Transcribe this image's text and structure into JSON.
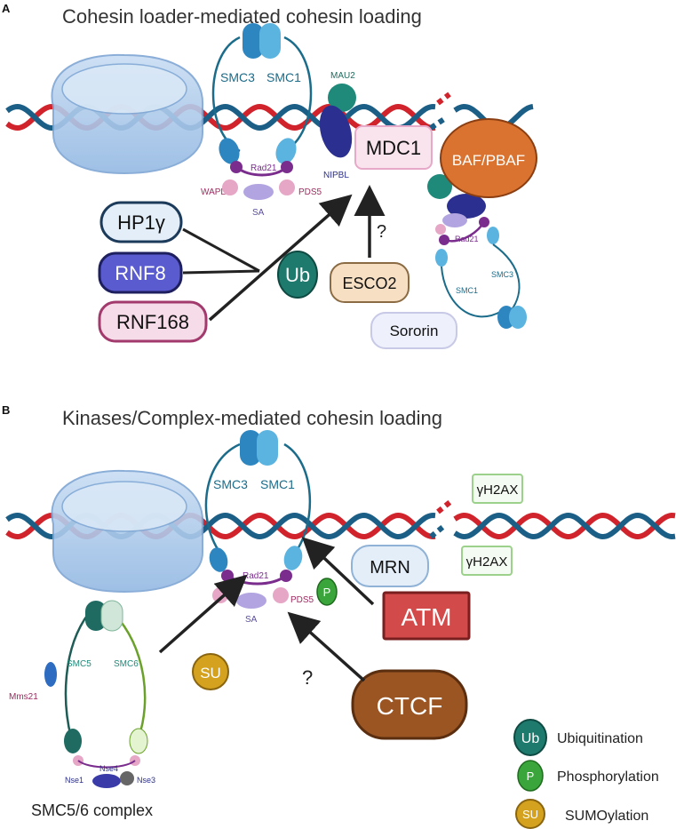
{
  "panel_a": {
    "letter": "A",
    "title": "Cohesin loader-mediated cohesin loading",
    "smc3": "SMC3",
    "smc1": "SMC1",
    "mau2": "MAU2",
    "nipbl": "NIPBL",
    "rad21": "Rad21",
    "wapl": "WAPL",
    "pds5": "PDS5",
    "sa": "SA",
    "mdc1": "MDC1",
    "hp1y": "HP1γ",
    "rnf8": "RNF8",
    "rnf168": "RNF168",
    "ub": "Ub",
    "esco2": "ESCO2",
    "sororin": "Sororin",
    "question": "?",
    "baf": "BAF/PBAF",
    "rad21_b": "Rad21",
    "smc1_b": "SMC1",
    "smc3_b": "SMC3"
  },
  "panel_b": {
    "letter": "B",
    "title": "Kinases/Complex-mediated cohesin loading",
    "smc3": "SMC3",
    "smc1": "SMC1",
    "rad21": "Rad21",
    "pds5": "PDS5",
    "sa": "SA",
    "p": "P",
    "h2ax_top": "γH2AX",
    "h2ax_bottom": "γH2AX",
    "mrn": "MRN",
    "atm": "ATM",
    "ctcf": "CTCF",
    "question": "?",
    "su": "SU",
    "smc5": "SMC5",
    "smc6": "SMC6",
    "mms21": "Mms21",
    "nse1": "Nse1",
    "nse4": "Nse4",
    "nse3": "Nse3",
    "complex_label": "SMC5/6 complex"
  },
  "legend": {
    "ub_symbol": "Ub",
    "ub_label": "Ubiquitination",
    "p_symbol": "P",
    "p_label": "Phosphorylation",
    "su_symbol": "SU",
    "su_label": "SUMOylation"
  },
  "colors": {
    "dna_red": "#d0232b",
    "dna_blue": "#1b5f87",
    "teal": "#1f7a6e",
    "navy": "#2b2f8f",
    "purple": "#7b2d8e",
    "pink": "#e6a6c6",
    "atm_red": "#d34a4a",
    "ctcf_brown": "#9b5523",
    "baf_orange": "#d9732f",
    "su_gold": "#d4a21e",
    "p_green": "#3aa53a"
  }
}
